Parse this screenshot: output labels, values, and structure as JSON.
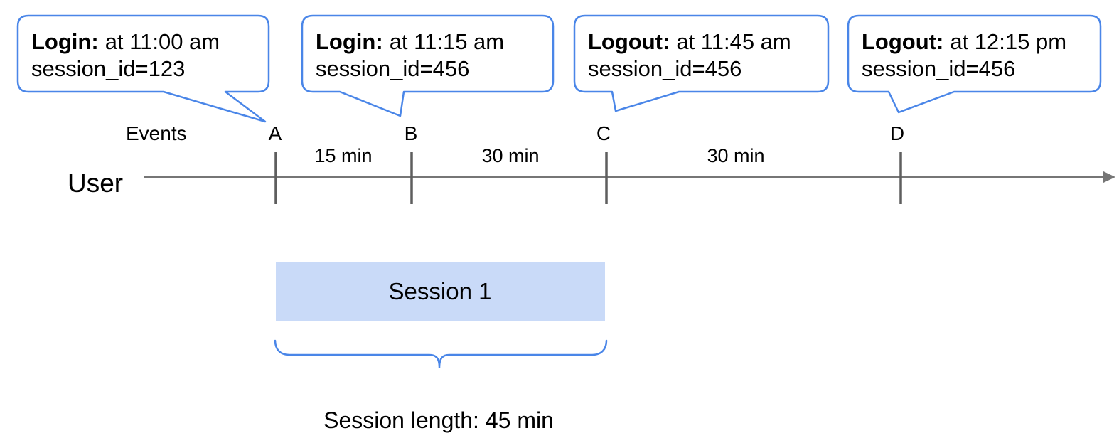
{
  "bubbles": [
    {
      "type": "Login:",
      "detail": "at 11:00 am",
      "session": "session_id=123"
    },
    {
      "type": "Login:",
      "detail": "at 11:15 am",
      "session": "session_id=456"
    },
    {
      "type": "Logout:",
      "detail": "at 11:45 am",
      "session": "session_id=456"
    },
    {
      "type": "Logout:",
      "detail": "at 12:15 pm",
      "session": "session_id=456"
    }
  ],
  "timeline": {
    "events_label": "Events",
    "user_label": "User",
    "events": [
      "A",
      "B",
      "C",
      "D"
    ],
    "intervals": [
      "15 min",
      "30 min",
      "30 min"
    ]
  },
  "session": {
    "box_label": "Session 1",
    "length_label": "Session length: 45 min"
  },
  "colors": {
    "bubble_border": "#4a86e8",
    "session_fill": "#c9daf8",
    "line": "#767676",
    "tick": "#5e5e5e"
  }
}
